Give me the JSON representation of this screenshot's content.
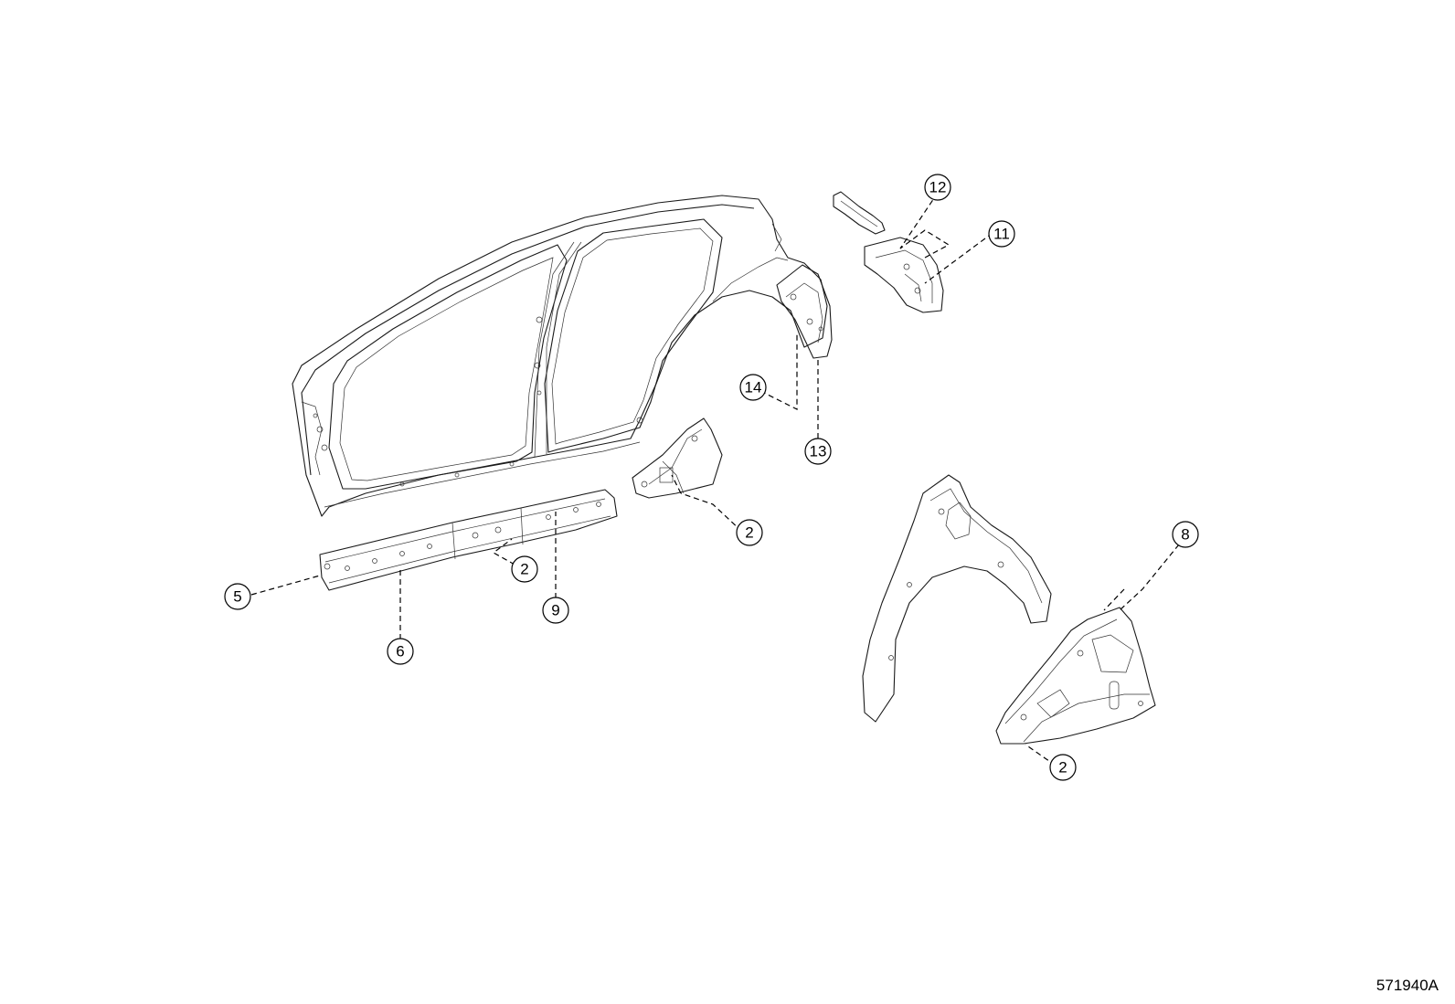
{
  "diagram_code": "571940A",
  "callouts": [
    {
      "id": "c12",
      "label": "12"
    },
    {
      "id": "c11",
      "label": "11"
    },
    {
      "id": "c14",
      "label": "14"
    },
    {
      "id": "c13",
      "label": "13"
    },
    {
      "id": "c2a",
      "label": "2"
    },
    {
      "id": "c2b",
      "label": "2"
    },
    {
      "id": "c5",
      "label": "5"
    },
    {
      "id": "c9",
      "label": "9"
    },
    {
      "id": "c6",
      "label": "6"
    },
    {
      "id": "c8",
      "label": "8"
    },
    {
      "id": "c2c",
      "label": "2"
    }
  ]
}
